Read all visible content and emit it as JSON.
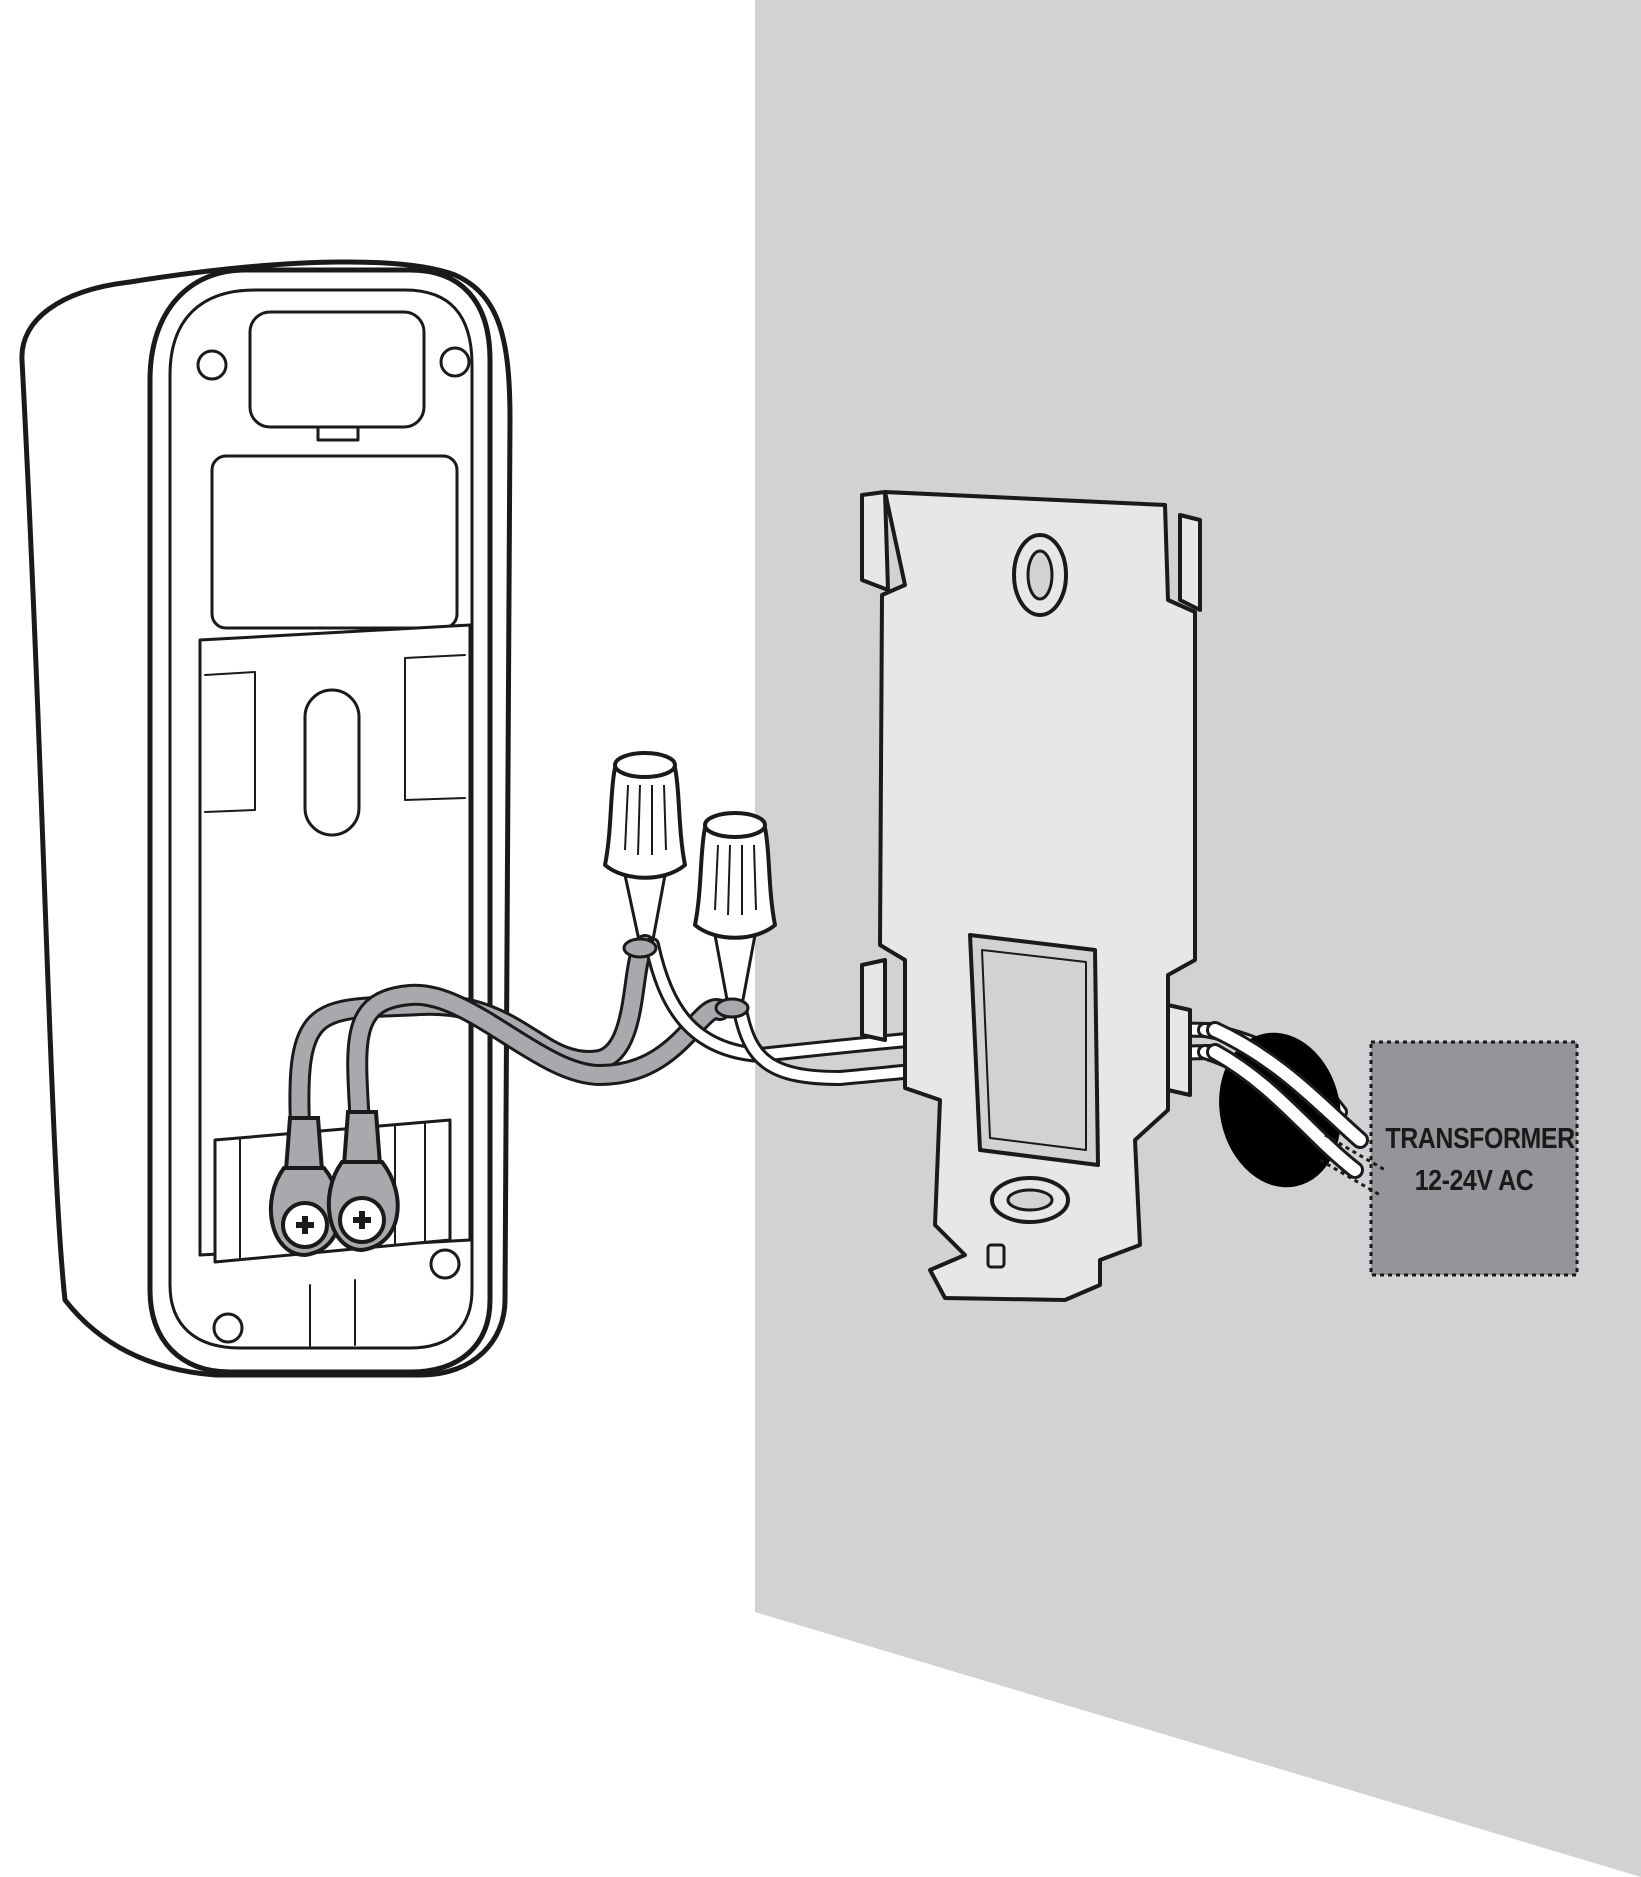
{
  "transformer": {
    "name": "TRANSFORMER",
    "rating": "12-24V AC"
  },
  "colors": {
    "wall": "#d1d2d4",
    "bracket": "#e6e7e8",
    "wire_gray": "#a7a9ac",
    "transformer_fill": "#939598",
    "outline": "#1a1a1a",
    "hole": "#000000"
  },
  "icons": [
    "doorbell-device",
    "mounting-bracket",
    "wire-nut",
    "terminal-screw",
    "wall-hole",
    "transformer-box"
  ]
}
